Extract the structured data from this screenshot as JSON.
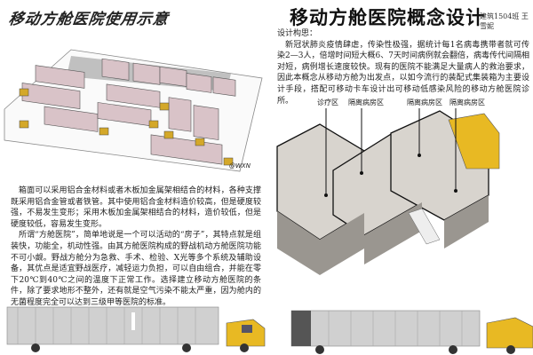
{
  "left": {
    "hand_title": "移动方舱医院使用示意",
    "signature": "@WXN",
    "paragraphs": [
      "箱面可以采用铝合金材料或者木板加金属架相结合的材料，各种支撑既采用铝合金管或者铁管。其中使用铝合金材料造价较高，但是硬度较强，不易发生变形；采用木板加金属架相结合的材料，造价较低，但是硬度较低，容易发生变形。",
      "所谓“方舱医院”，简单地说是一个可以活动的“房子”，其特点就是组装快，功能全，机动性强。由其方舱医院构成的野战机动方舱医院功能不可小觑。野战方舱分为急救、手术、检验、X光等多个系统及辅助设备，其优点是适宜野战医疗，减轻运力负担，可以自由组合，并能在零下20℃到40℃之间的温度下正常工作。选择建立移动方舱医院的条件，除了要求地形不整外，还有就是空气污染不能太严重，因为舱内的无菌程度完全可以达到三级甲等医院的标准。"
    ]
  },
  "right": {
    "title": "移动方舱医院概念设计",
    "author": "建筑1504班 王雪妮",
    "concept_heading": "设计构思：",
    "concept_text": "新冠状肺炎疫情肆虐，传染性极强，据统计每1名病毒携带者就可传染2—3人，倍增时间短大概6、7天时间病例就会翻倍，病毒传代间隔相对短，病例增长速度较快。现有的医院不能满足大量病人的救治要求，因此本概念从移动方舱为出发点，以如今流行的装配式集装箱为主要设计手段，搭配可移动卡车设计出可移动低感染风险的移动方舱医院诊所。",
    "diagram_labels": [
      "诊疗区",
      "隔离病房区",
      "隔离病房区",
      "隔离病房区"
    ]
  },
  "colors": {
    "container": "#d9c3c8",
    "truck_cab": "#e8b923",
    "trailer": "#cfcfcf"
  }
}
